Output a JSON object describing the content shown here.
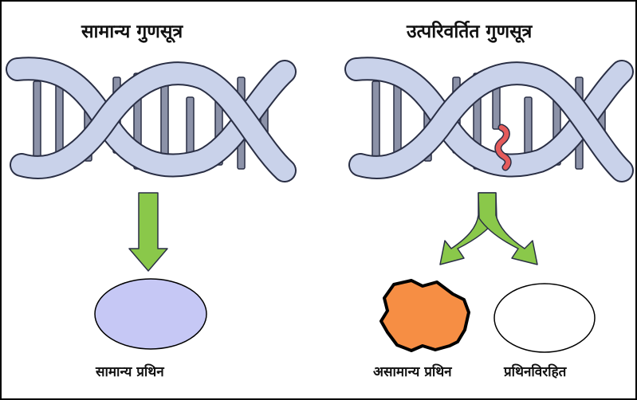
{
  "titles": {
    "normal_chromosome": "सामान्य गुणसूत्र",
    "mutated_chromosome": "उत्परिवर्तित गुणसूत्र"
  },
  "captions": {
    "normal_protein": "सामान्य प्रथिन",
    "abnormal_protein": "असामान्य प्रथिन",
    "no_protein": "प्रथिनविरहित"
  },
  "colors": {
    "backbone": "#c9d2ea",
    "backbone_outline": "#2a2f45",
    "base_pair": "#8c92a8",
    "arrow": "#8ac84a",
    "normal_protein": "#c6c8f5",
    "abnormal_protein": "#f68e44",
    "no_protein": "#ffffff",
    "mutation": "#e55b5b"
  },
  "icons": [
    "dna-helix-icon",
    "mutation-mark-icon",
    "down-arrow-icon",
    "split-arrow-icon"
  ]
}
